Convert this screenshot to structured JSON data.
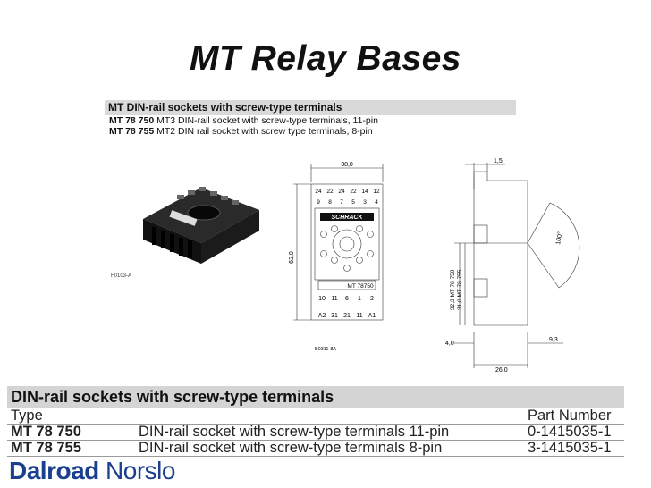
{
  "slide": {
    "title": "MT Relay Bases"
  },
  "datasheet": {
    "header": "MT DIN-rail sockets with screw-type terminals",
    "lines": [
      {
        "code": "MT 78 750",
        "desc": "MT3 DIN-rail socket with screw-type terminals, 11-pin"
      },
      {
        "code": "MT 78 755",
        "desc": "MT2 DIN rail socket with screw type terminals, 8-pin"
      }
    ],
    "photo_ref": "F0103-A",
    "drawing_ref": "B0311-8A",
    "front": {
      "width_dim": "38,0",
      "height_dim": "62,0",
      "top_terminals": [
        "24",
        "22",
        "24",
        "22",
        "14",
        "12"
      ],
      "top_numbers": [
        "9",
        "8",
        "7",
        "5",
        "3",
        "4"
      ],
      "brand": "SCHRACK",
      "model": "MT 78750",
      "bottom_numbers": [
        "10",
        "11",
        "6",
        "1",
        "2"
      ],
      "bottom_terminals": [
        "A2",
        "31",
        "21",
        "11",
        "A1"
      ]
    },
    "side": {
      "top_dim": "1,5",
      "angle": "100°",
      "height_labels": [
        "32,3  MT 78 750",
        "31,0  MT 78 755"
      ],
      "left_dim": "4,0",
      "right_dim": "9,3",
      "bottom_dim": "26,0"
    }
  },
  "table": {
    "title": "DIN-rail sockets with screw-type terminals",
    "columns": [
      "Type",
      "Part Number"
    ],
    "rows": [
      {
        "type": "MT 78 750",
        "description": "DIN-rail socket with screw-type terminals 11-pin",
        "part": "0-1415035-1"
      },
      {
        "type": "MT 78 755",
        "description": "DIN-rail socket with screw-type terminals 8-pin",
        "part": "3-1415035-1"
      }
    ]
  },
  "footer": {
    "logo_bold": "Dalroad",
    "logo_regular": " Norslo",
    "logo_color": "#1a3f8f"
  }
}
